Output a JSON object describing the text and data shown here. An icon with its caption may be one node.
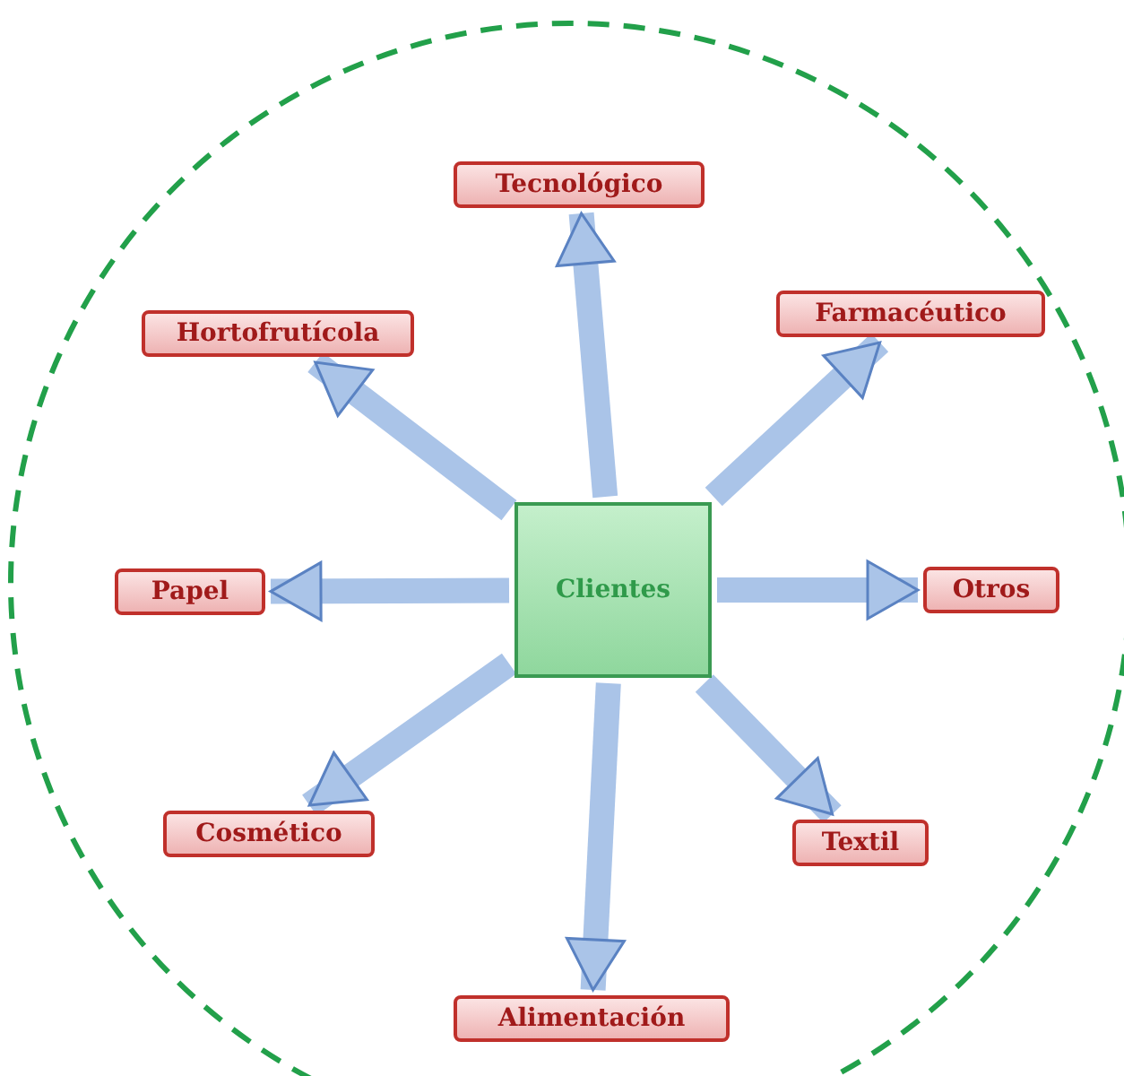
{
  "diagram": {
    "nodes": [
      {
        "text": [
          "Tecnológico"
        ]
      },
      {
        "text": [
          "Hortofrutícola"
        ]
      },
      {
        "text": [
          "Farmacéutico"
        ]
      },
      {
        "text": [
          "Papel"
        ]
      },
      {
        "text": [
          "Clientes"
        ]
      },
      {
        "text": [
          "Otros"
        ]
      },
      {
        "text": [
          "Cosmético"
        ]
      },
      {
        "text": [
          "Textil"
        ]
      },
      {
        "text": [
          "Alimentación"
        ]
      }
    ],
    "edges": [
      {
        "from": 4,
        "to": 0,
        "arrow": "to"
      },
      {
        "from": 4,
        "to": 1,
        "arrow": "to"
      },
      {
        "from": 4,
        "to": 2,
        "arrow": "to"
      },
      {
        "from": 4,
        "to": 3,
        "arrow": "to"
      },
      {
        "from": 4,
        "to": 5,
        "arrow": "to"
      },
      {
        "from": 4,
        "to": 6,
        "arrow": "to"
      },
      {
        "from": 4,
        "to": 7,
        "arrow": "to"
      },
      {
        "from": 4,
        "to": 8,
        "arrow": "to"
      }
    ]
  }
}
